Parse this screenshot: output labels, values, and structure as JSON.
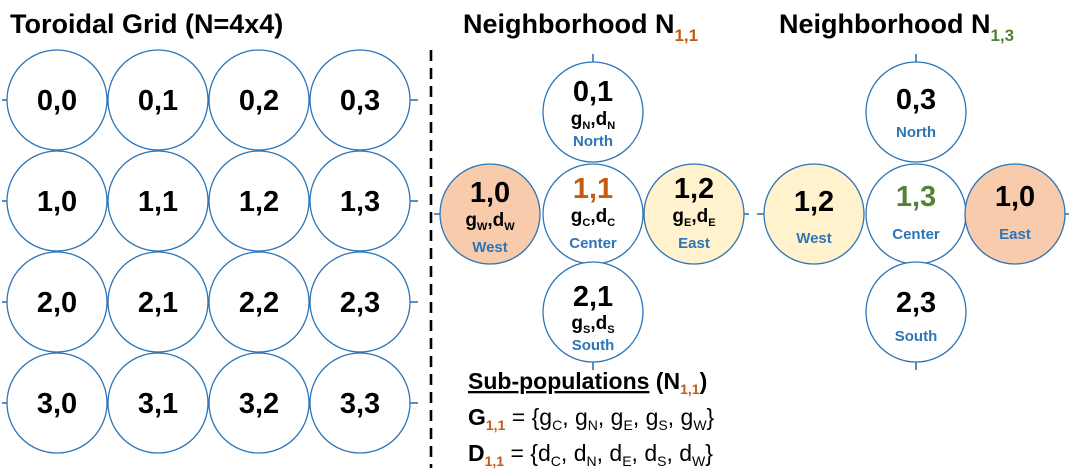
{
  "titles": {
    "grid_prefix": "Toroidal Grid (N=4x4)",
    "neigh_left_prefix": "Neighborhood N",
    "neigh_left_sub": "1,1",
    "neigh_right_prefix": "Neighborhood N",
    "neigh_right_sub": "1,3"
  },
  "grid": {
    "rows": [
      [
        "0,0",
        "0,1",
        "0,2",
        "0,3"
      ],
      [
        "1,0",
        "1,1",
        "1,2",
        "1,3"
      ],
      [
        "2,0",
        "2,1",
        "2,2",
        "2,3"
      ],
      [
        "3,0",
        "3,1",
        "3,2",
        "3,3"
      ]
    ],
    "highlight": {
      "1,1": "#c55a11",
      "1,3": "#548235"
    }
  },
  "neighborhood_left": {
    "north": {
      "label": "0,1",
      "g": "g",
      "gs": "N",
      "d": "d",
      "ds": "N",
      "dir": "North"
    },
    "west": {
      "label": "1,0",
      "g": "g",
      "gs": "W",
      "d": "d",
      "ds": "W",
      "dir": "West",
      "fill": "#f8cbad"
    },
    "center": {
      "label": "1,1",
      "g": "g",
      "gs": "C",
      "d": "d",
      "ds": "C",
      "dir": "Center"
    },
    "east": {
      "label": "1,2",
      "g": "g",
      "gs": "E",
      "d": "d",
      "ds": "E",
      "dir": "East",
      "fill": "#fff2cc"
    },
    "south": {
      "label": "2,1",
      "g": "g",
      "gs": "S",
      "d": "d",
      "ds": "S",
      "dir": "South"
    }
  },
  "neighborhood_right": {
    "north": {
      "label": "0,3",
      "dir": "North"
    },
    "west": {
      "label": "1,2",
      "dir": "West",
      "fill": "#fff2cc"
    },
    "center": {
      "label": "1,3",
      "dir": "Center"
    },
    "east": {
      "label": "1,0",
      "dir": "East",
      "fill": "#f8cbad"
    },
    "south": {
      "label": "2,3",
      "dir": "South"
    }
  },
  "subpop": {
    "heading": "Sub-populations",
    "heading_paren_open": " (N",
    "heading_sub": "1,1",
    "heading_paren_close": ")",
    "G_letter": "G",
    "G_sub": "1,1",
    "D_letter": "D",
    "D_sub": "1,1",
    "eq_open": " = {",
    "eq_close": "}",
    "g": "g",
    "d": "d",
    "items": [
      "C",
      "N",
      "E",
      "S",
      "W"
    ],
    "sep": ", "
  }
}
